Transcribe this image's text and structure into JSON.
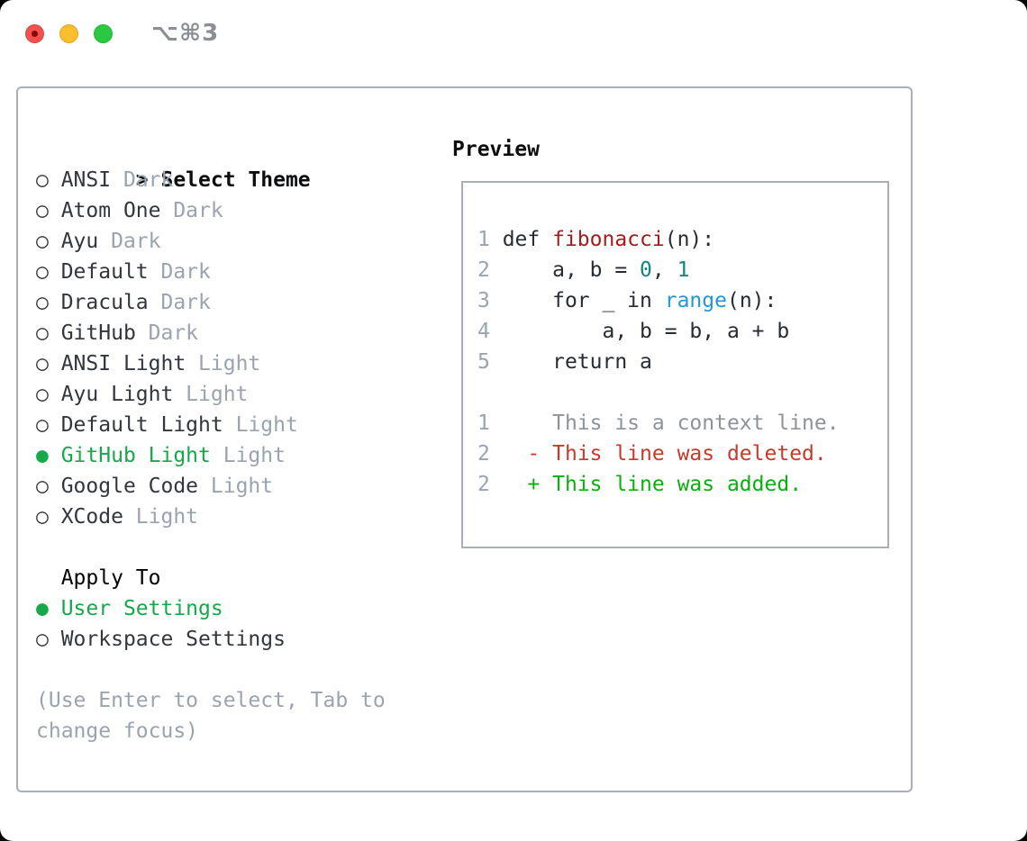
{
  "window": {
    "shortcut": "⌥⌘3",
    "traffic_lights": [
      "close",
      "minimize",
      "zoom"
    ]
  },
  "colors": {
    "selected_green": "#17a84b",
    "added_green": "#0ab00c",
    "deleted_red": "#c53a2b",
    "function_red": "#a31d1d",
    "number_teal": "#0f8585",
    "builtin_blue": "#2397d8",
    "text_dark": "#32363e",
    "code_dark": "#272c34",
    "muted_gray": "#9aa3b0",
    "context_gray": "#8d929b",
    "title_black": "#0c0d0f",
    "border_gray": "#a9aeb7",
    "titlebar_gray": "#8b8f95",
    "light_red": "#f4504e",
    "light_yellow": "#fcbe2d",
    "light_green": "#2bc93f"
  },
  "icons": {
    "prompt": ">",
    "radio_on": "●",
    "radio_off": "○"
  },
  "theme_panel": {
    "title": "Select Theme",
    "items": [
      {
        "name": "ANSI",
        "variant": "Dark",
        "selected": false
      },
      {
        "name": "Atom One",
        "variant": "Dark",
        "selected": false
      },
      {
        "name": "Ayu",
        "variant": "Dark",
        "selected": false
      },
      {
        "name": "Default",
        "variant": "Dark",
        "selected": false
      },
      {
        "name": "Dracula",
        "variant": "Dark",
        "selected": false
      },
      {
        "name": "GitHub",
        "variant": "Dark",
        "selected": false
      },
      {
        "name": "ANSI Light",
        "variant": "Light",
        "selected": false
      },
      {
        "name": "Ayu Light",
        "variant": "Light",
        "selected": false
      },
      {
        "name": "Default Light",
        "variant": "Light",
        "selected": false
      },
      {
        "name": "GitHub Light",
        "variant": "Light",
        "selected": true
      },
      {
        "name": "Google Code",
        "variant": "Light",
        "selected": false
      },
      {
        "name": "XCode",
        "variant": "Light",
        "selected": false
      }
    ],
    "apply_to": {
      "title": "Apply To",
      "options": [
        {
          "label": "User Settings",
          "selected": true
        },
        {
          "label": "Workspace Settings",
          "selected": false
        }
      ]
    },
    "help_lines": [
      "(Use Enter to select, Tab to",
      "change focus)"
    ]
  },
  "preview": {
    "title": "Preview",
    "code_lines": [
      {
        "num": "1",
        "segments": [
          {
            "t": "def ",
            "c": "code"
          },
          {
            "t": "fibonacci",
            "c": "func"
          },
          {
            "t": "(n):",
            "c": "code"
          }
        ]
      },
      {
        "num": "2",
        "segments": [
          {
            "t": "    a, b = ",
            "c": "code"
          },
          {
            "t": "0",
            "c": "num"
          },
          {
            "t": ", ",
            "c": "code"
          },
          {
            "t": "1",
            "c": "num"
          }
        ]
      },
      {
        "num": "3",
        "segments": [
          {
            "t": "    for _ in ",
            "c": "code"
          },
          {
            "t": "range",
            "c": "builtin"
          },
          {
            "t": "(n):",
            "c": "code"
          }
        ]
      },
      {
        "num": "4",
        "segments": [
          {
            "t": "        a, b = b, a + b",
            "c": "code"
          }
        ]
      },
      {
        "num": "5",
        "segments": [
          {
            "t": "    return a",
            "c": "code"
          }
        ]
      }
    ],
    "diff_lines": [
      {
        "num": "1",
        "segments": [
          {
            "t": "    This is a context line.",
            "c": "context"
          }
        ]
      },
      {
        "num": "2",
        "segments": [
          {
            "t": "  - This line was deleted.",
            "c": "deleted"
          }
        ]
      },
      {
        "num": "2",
        "segments": [
          {
            "t": "  + This line was added.",
            "c": "added"
          }
        ]
      }
    ]
  }
}
